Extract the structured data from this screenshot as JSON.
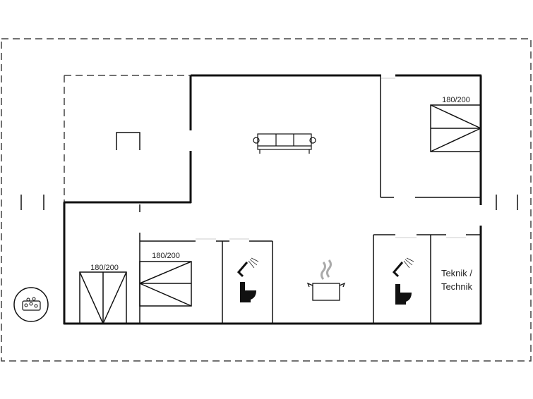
{
  "plan": {
    "bed_labels": [
      "180/200",
      "180/200",
      "180/200"
    ],
    "technical_room": {
      "line1": "Teknik /",
      "line2": "Technik"
    },
    "colors": {
      "wall": "#111111",
      "dash": "#444444",
      "steam": "#aaaaaa"
    },
    "icons": [
      "sofa-icon",
      "armchair-icon",
      "cooking-pot-icon",
      "shower-icon",
      "toilet-icon",
      "hot-tub-icon"
    ]
  }
}
